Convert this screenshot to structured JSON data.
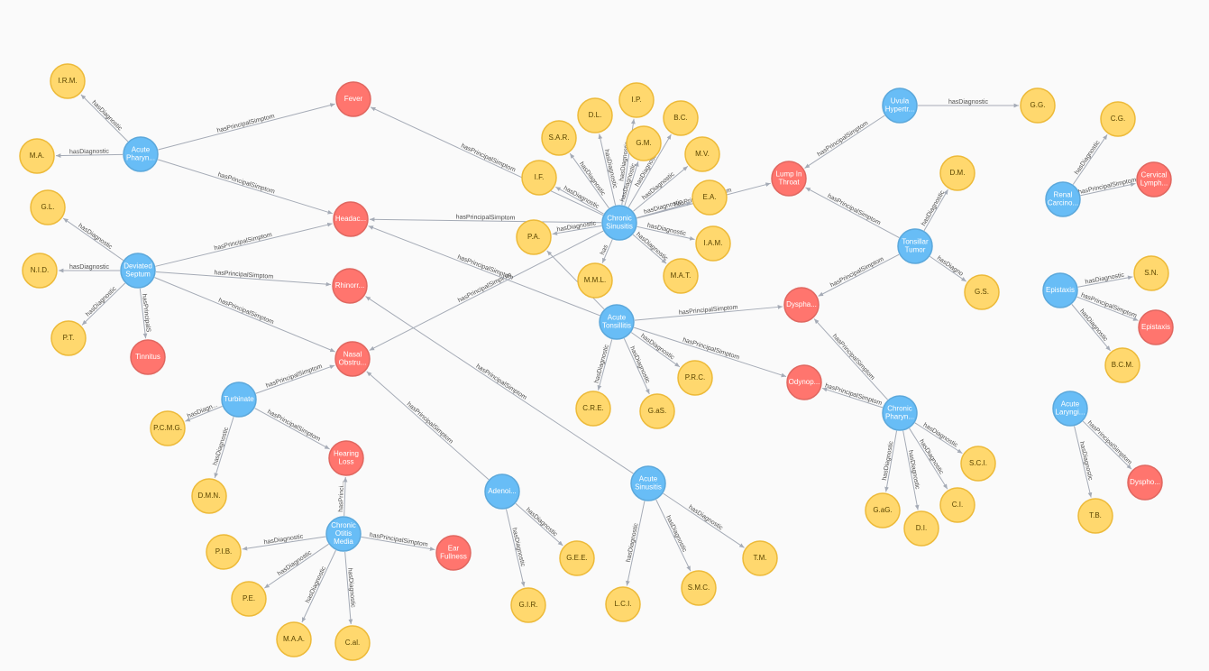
{
  "colors": {
    "disease": "#68bdf6",
    "disease_stroke": "#5ca8db",
    "symptom": "#ff756e",
    "symptom_stroke": "#e06760",
    "diagnostic": "#ffd86e",
    "diagnostic_stroke": "#edba39",
    "edge": "#a5abb6"
  },
  "nodes": [
    {
      "id": "acute_pharyn",
      "type": "disease",
      "lines": [
        "Acute",
        "Pharyn..."
      ]
    },
    {
      "id": "deviated_septum",
      "type": "disease",
      "lines": [
        "Deviated",
        "Septum"
      ]
    },
    {
      "id": "turbinate",
      "type": "disease",
      "lines": [
        "Turbinate"
      ]
    },
    {
      "id": "chronic_otitis",
      "type": "disease",
      "lines": [
        "Chronic",
        "Otitis",
        "Media"
      ]
    },
    {
      "id": "adenoi",
      "type": "disease",
      "lines": [
        "Adenoi..."
      ]
    },
    {
      "id": "acute_sinusitis",
      "type": "disease",
      "lines": [
        "Acute",
        "Sinusitis"
      ]
    },
    {
      "id": "chronic_sinusitis",
      "type": "disease",
      "lines": [
        "Chronic",
        "Sinusitis"
      ]
    },
    {
      "id": "acute_tonsillitis",
      "type": "disease",
      "lines": [
        "Acute",
        "Tonsillitis"
      ]
    },
    {
      "id": "uvula",
      "type": "disease",
      "lines": [
        "Uvula",
        "Hypertr..."
      ]
    },
    {
      "id": "tonsillar_tumor",
      "type": "disease",
      "lines": [
        "Tonsillar",
        "Tumor"
      ]
    },
    {
      "id": "chronic_pharyn",
      "type": "disease",
      "lines": [
        "Chronic",
        "Pharyn..."
      ]
    },
    {
      "id": "renal",
      "type": "disease",
      "lines": [
        "Renal",
        "Carcino..."
      ]
    },
    {
      "id": "epistaxis_d",
      "type": "disease",
      "lines": [
        "Epistaxis"
      ]
    },
    {
      "id": "acute_laryngi",
      "type": "disease",
      "lines": [
        "Acute",
        "Laryngi..."
      ]
    },
    {
      "id": "fever",
      "type": "symptom",
      "lines": [
        "Fever"
      ]
    },
    {
      "id": "headac",
      "type": "symptom",
      "lines": [
        "Headac..."
      ]
    },
    {
      "id": "rhinorr",
      "type": "symptom",
      "lines": [
        "Rhinorr..."
      ]
    },
    {
      "id": "nasal",
      "type": "symptom",
      "lines": [
        "Nasal",
        "Obstru..."
      ]
    },
    {
      "id": "tinnitus",
      "type": "symptom",
      "lines": [
        "Tinnitus"
      ]
    },
    {
      "id": "hearing",
      "type": "symptom",
      "lines": [
        "Hearing",
        "Loss"
      ]
    },
    {
      "id": "ear_fullness",
      "type": "symptom",
      "lines": [
        "Ear",
        "Fullness"
      ]
    },
    {
      "id": "lump",
      "type": "symptom",
      "lines": [
        "Lump In",
        "Throat"
      ]
    },
    {
      "id": "dyspha",
      "type": "symptom",
      "lines": [
        "Dyspha..."
      ]
    },
    {
      "id": "odynop",
      "type": "symptom",
      "lines": [
        "Odynop..."
      ]
    },
    {
      "id": "cervical",
      "type": "symptom",
      "lines": [
        "Cervical",
        "Lymph..."
      ]
    },
    {
      "id": "epistaxis_s",
      "type": "symptom",
      "lines": [
        "Epistaxis"
      ]
    },
    {
      "id": "dyspho",
      "type": "symptom",
      "lines": [
        "Dyspho..."
      ]
    },
    {
      "id": "irm",
      "type": "diagnostic",
      "lines": [
        "I.R.M."
      ]
    },
    {
      "id": "ma",
      "type": "diagnostic",
      "lines": [
        "M.A."
      ]
    },
    {
      "id": "gl",
      "type": "diagnostic",
      "lines": [
        "G.L."
      ]
    },
    {
      "id": "nid",
      "type": "diagnostic",
      "lines": [
        "N.I.D."
      ]
    },
    {
      "id": "pt",
      "type": "diagnostic",
      "lines": [
        "P.T."
      ]
    },
    {
      "id": "pcmg",
      "type": "diagnostic",
      "lines": [
        "P.C.M.G."
      ]
    },
    {
      "id": "dmn",
      "type": "diagnostic",
      "lines": [
        "D.M.N."
      ]
    },
    {
      "id": "pib",
      "type": "diagnostic",
      "lines": [
        "P.I.B."
      ]
    },
    {
      "id": "pe",
      "type": "diagnostic",
      "lines": [
        "P.E."
      ]
    },
    {
      "id": "maa",
      "type": "diagnostic",
      "lines": [
        "M.A.A."
      ]
    },
    {
      "id": "cal",
      "type": "diagnostic",
      "lines": [
        "C.al."
      ]
    },
    {
      "id": "gir",
      "type": "diagnostic",
      "lines": [
        "G.I.R."
      ]
    },
    {
      "id": "gee",
      "type": "diagnostic",
      "lines": [
        "G.E.E."
      ]
    },
    {
      "id": "lci",
      "type": "diagnostic",
      "lines": [
        "L.C.I."
      ]
    },
    {
      "id": "smc",
      "type": "diagnostic",
      "lines": [
        "S.M.C."
      ]
    },
    {
      "id": "tm",
      "type": "diagnostic",
      "lines": [
        "T.M."
      ]
    },
    {
      "id": "pa",
      "type": "diagnostic",
      "lines": [
        "P.A."
      ]
    },
    {
      "id": "if",
      "type": "diagnostic",
      "lines": [
        "I.F."
      ]
    },
    {
      "id": "sar",
      "type": "diagnostic",
      "lines": [
        "S.A.R."
      ]
    },
    {
      "id": "dl",
      "type": "diagnostic",
      "lines": [
        "D.L."
      ]
    },
    {
      "id": "ip",
      "type": "diagnostic",
      "lines": [
        "I.P."
      ]
    },
    {
      "id": "gm",
      "type": "diagnostic",
      "lines": [
        "G.M."
      ]
    },
    {
      "id": "bc",
      "type": "diagnostic",
      "lines": [
        "B.C."
      ]
    },
    {
      "id": "mv",
      "type": "diagnostic",
      "lines": [
        "M.V."
      ]
    },
    {
      "id": "ea",
      "type": "diagnostic",
      "lines": [
        "E.A."
      ]
    },
    {
      "id": "iam",
      "type": "diagnostic",
      "lines": [
        "I.A.M."
      ]
    },
    {
      "id": "mat",
      "type": "diagnostic",
      "lines": [
        "M.A.T."
      ]
    },
    {
      "id": "mml",
      "type": "diagnostic",
      "lines": [
        "M.M.L."
      ]
    },
    {
      "id": "cre",
      "type": "diagnostic",
      "lines": [
        "C.R.E."
      ]
    },
    {
      "id": "gas",
      "type": "diagnostic",
      "lines": [
        "G.aS."
      ]
    },
    {
      "id": "prc",
      "type": "diagnostic",
      "lines": [
        "P.R.C."
      ]
    },
    {
      "id": "gg",
      "type": "diagnostic",
      "lines": [
        "G.G."
      ]
    },
    {
      "id": "dm",
      "type": "diagnostic",
      "lines": [
        "D.M."
      ]
    },
    {
      "id": "gs",
      "type": "diagnostic",
      "lines": [
        "G.S."
      ]
    },
    {
      "id": "sci",
      "type": "diagnostic",
      "lines": [
        "S.C.I."
      ]
    },
    {
      "id": "ci",
      "type": "diagnostic",
      "lines": [
        "C.I."
      ]
    },
    {
      "id": "di",
      "type": "diagnostic",
      "lines": [
        "D.I."
      ]
    },
    {
      "id": "gag",
      "type": "diagnostic",
      "lines": [
        "G.aG."
      ]
    },
    {
      "id": "cg",
      "type": "diagnostic",
      "lines": [
        "C.G."
      ]
    },
    {
      "id": "sn",
      "type": "diagnostic",
      "lines": [
        "S.N."
      ]
    },
    {
      "id": "bcm",
      "type": "diagnostic",
      "lines": [
        "B.C.M."
      ]
    },
    {
      "id": "tb",
      "type": "diagnostic",
      "lines": [
        "T.B."
      ]
    }
  ],
  "edges": [
    {
      "from": "acute_pharyn",
      "to": "irm",
      "label": "hasDiagnostic"
    },
    {
      "from": "acute_pharyn",
      "to": "ma",
      "label": "hasDiagnostic"
    },
    {
      "from": "acute_pharyn",
      "to": "fever",
      "label": "hasPrincipalSimptom"
    },
    {
      "from": "acute_pharyn",
      "to": "headac",
      "label": "hasPrincipalSimptom"
    },
    {
      "from": "deviated_septum",
      "to": "gl",
      "label": "hasDiagnostic"
    },
    {
      "from": "deviated_septum",
      "to": "nid",
      "label": "hasDiagnostic"
    },
    {
      "from": "deviated_septum",
      "to": "pt",
      "label": "hasDiagnostic"
    },
    {
      "from": "deviated_septum",
      "to": "tinnitus",
      "label": "hasPrincipalS"
    },
    {
      "from": "deviated_septum",
      "to": "headac",
      "label": "hasPrincipalSimptom"
    },
    {
      "from": "deviated_septum",
      "to": "rhinorr",
      "label": "hasPrincipalSimptom"
    },
    {
      "from": "deviated_septum",
      "to": "nasal",
      "label": "hasPrincipalSimptom"
    },
    {
      "from": "turbinate",
      "to": "nasal",
      "label": "hasPrincipalSimptom"
    },
    {
      "from": "turbinate",
      "to": "pcmg",
      "label": "hasDiagn..."
    },
    {
      "from": "turbinate",
      "to": "dmn",
      "label": "hasDiagnostic"
    },
    {
      "from": "turbinate",
      "to": "hearing",
      "label": "hasPrincipalSimptom"
    },
    {
      "from": "chronic_otitis",
      "to": "hearing",
      "label": "hasPrinci..."
    },
    {
      "from": "chronic_otitis",
      "to": "ear_fullness",
      "label": "hasPrincipalSimptom"
    },
    {
      "from": "chronic_otitis",
      "to": "pib",
      "label": "hasDiagnostic"
    },
    {
      "from": "chronic_otitis",
      "to": "pe",
      "label": "hasDiagnostic"
    },
    {
      "from": "chronic_otitis",
      "to": "maa",
      "label": "hasDiagnostic"
    },
    {
      "from": "chronic_otitis",
      "to": "cal",
      "label": "hasDiagnostic"
    },
    {
      "from": "adenoi",
      "to": "nasal",
      "label": "hasPrincipalSimptom"
    },
    {
      "from": "adenoi",
      "to": "gir",
      "label": "hasDiagnostic"
    },
    {
      "from": "adenoi",
      "to": "gee",
      "label": "hasDiagnostic"
    },
    {
      "from": "acute_sinusitis",
      "to": "rhinorr",
      "label": "hasPrincipalSimptom"
    },
    {
      "from": "acute_sinusitis",
      "to": "lci",
      "label": "hasDiagnostic"
    },
    {
      "from": "acute_sinusitis",
      "to": "smc",
      "label": "hasDiagnostic"
    },
    {
      "from": "acute_sinusitis",
      "to": "tm",
      "label": "hasDiagnostic"
    },
    {
      "from": "chronic_sinusitis",
      "to": "fever",
      "label": "hasPrincipalSimptom"
    },
    {
      "from": "chronic_sinusitis",
      "to": "headac",
      "label": "hasPrincipalSimptom"
    },
    {
      "from": "chronic_sinusitis",
      "to": "nasal",
      "label": "hasPrincipalSimptom"
    },
    {
      "from": "chronic_sinusitis",
      "to": "lump",
      "label": "hasPrincipalSimptom"
    },
    {
      "from": "chronic_sinusitis",
      "to": "pa",
      "label": "hasDiagnostic"
    },
    {
      "from": "chronic_sinusitis",
      "to": "if",
      "label": "hasDiagnostic"
    },
    {
      "from": "chronic_sinusitis",
      "to": "sar",
      "label": "hasDiagnostic"
    },
    {
      "from": "chronic_sinusitis",
      "to": "dl",
      "label": "hasDiagnostic"
    },
    {
      "from": "chronic_sinusitis",
      "to": "ip",
      "label": "hasDiagnostic"
    },
    {
      "from": "chronic_sinusitis",
      "to": "gm",
      "label": "hasDiagnostic"
    },
    {
      "from": "chronic_sinusitis",
      "to": "bc",
      "label": "hasDiagnostic"
    },
    {
      "from": "chronic_sinusitis",
      "to": "mv",
      "label": "hasDiagnostic"
    },
    {
      "from": "chronic_sinusitis",
      "to": "ea",
      "label": "hasDiagnostic"
    },
    {
      "from": "chronic_sinusitis",
      "to": "iam",
      "label": "hasDiagnostic"
    },
    {
      "from": "chronic_sinusitis",
      "to": "mat",
      "label": "hasDiagnostic"
    },
    {
      "from": "chronic_sinusitis",
      "to": "mml",
      "label": "has"
    },
    {
      "from": "acute_tonsillitis",
      "to": "headac",
      "label": "hasPrincipalSimptom"
    },
    {
      "from": "acute_tonsillitis",
      "to": "pa",
      "label": ""
    },
    {
      "from": "acute_tonsillitis",
      "to": "dyspha",
      "label": "hasPrincipalSimptom"
    },
    {
      "from": "acute_tonsillitis",
      "to": "odynop",
      "label": "hasPrincipalSimptom"
    },
    {
      "from": "acute_tonsillitis",
      "to": "cre",
      "label": "hasDiagnostic"
    },
    {
      "from": "acute_tonsillitis",
      "to": "gas",
      "label": "hasDiagnostic"
    },
    {
      "from": "acute_tonsillitis",
      "to": "prc",
      "label": "hasDiagnostic"
    },
    {
      "from": "uvula",
      "to": "gg",
      "label": "hasDiagnostic"
    },
    {
      "from": "uvula",
      "to": "lump",
      "label": "hasPrincipalSimptom"
    },
    {
      "from": "tonsillar_tumor",
      "to": "lump",
      "label": "hasPrincipalSimptom"
    },
    {
      "from": "tonsillar_tumor",
      "to": "dm",
      "label": "hasDiagnostic"
    },
    {
      "from": "tonsillar_tumor",
      "to": "gs",
      "label": "hasDiagno"
    },
    {
      "from": "tonsillar_tumor",
      "to": "dyspha",
      "label": "hasPrincipalSimptom"
    },
    {
      "from": "chronic_pharyn",
      "to": "dyspha",
      "label": "hasPrincipalSimptom"
    },
    {
      "from": "chronic_pharyn",
      "to": "odynop",
      "label": "hasPrincipalSimptom"
    },
    {
      "from": "chronic_pharyn",
      "to": "sci",
      "label": "hasDiagnostic"
    },
    {
      "from": "chronic_pharyn",
      "to": "ci",
      "label": "hasDiagnostic"
    },
    {
      "from": "chronic_pharyn",
      "to": "di",
      "label": "hasDiagnostic"
    },
    {
      "from": "chronic_pharyn",
      "to": "gag",
      "label": "hasDiagnostic"
    },
    {
      "from": "renal",
      "to": "cg",
      "label": "hasDiagnostic"
    },
    {
      "from": "renal",
      "to": "cervical",
      "label": "hasPrincipalSimptom"
    },
    {
      "from": "epistaxis_d",
      "to": "sn",
      "label": "hasDiagnostic"
    },
    {
      "from": "epistaxis_d",
      "to": "epistaxis_s",
      "label": "hasPrincipalSimptom"
    },
    {
      "from": "epistaxis_d",
      "to": "bcm",
      "label": "hasDiagnostic"
    },
    {
      "from": "acute_laryngi",
      "to": "dyspho",
      "label": "hasPrincipalSimptom"
    },
    {
      "from": "acute_laryngi",
      "to": "tb",
      "label": "hasDiagnostic"
    }
  ]
}
